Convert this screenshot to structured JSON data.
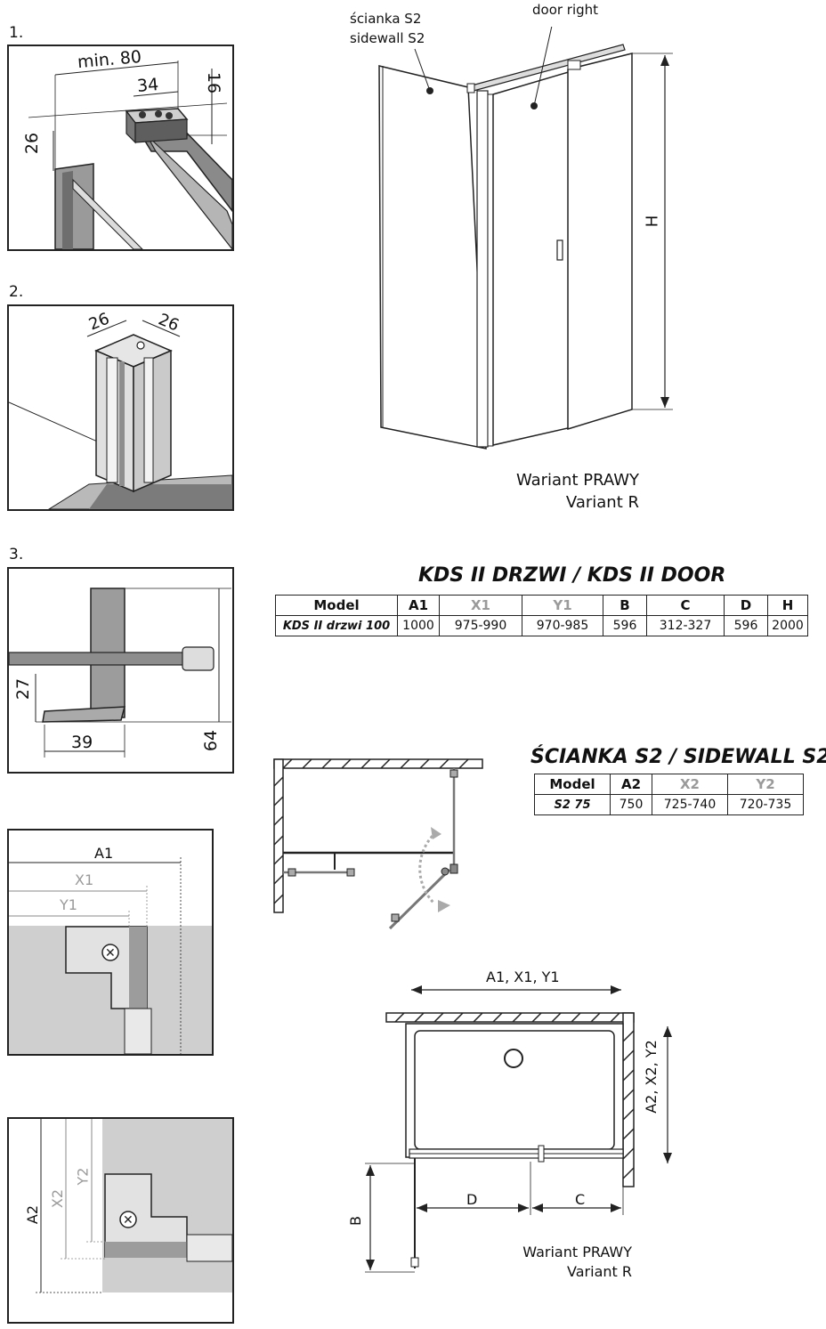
{
  "steps": {
    "s1": "1.",
    "s2": "2.",
    "s3": "3."
  },
  "detail1": {
    "min80": "min. 80",
    "d34": "34",
    "d16": "16",
    "d26": "26"
  },
  "detail2": {
    "d26a": "26",
    "d26b": "26"
  },
  "detail3": {
    "d27": "27",
    "d39": "39",
    "d64": "64"
  },
  "detail4": {
    "a1": "A1",
    "x1": "X1",
    "y1": "Y1"
  },
  "detail5": {
    "a2": "A2",
    "x2": "X2",
    "y2": "Y2"
  },
  "top_view": {
    "sidewall_label_pl": "ścianka S2",
    "sidewall_label_en": "sidewall S2",
    "door_label": "door right",
    "height_label": "H",
    "variant_pl": "Wariant PRAWY",
    "variant_en": "Variant R"
  },
  "door_table": {
    "title": "KDS II DRZWI / KDS II DOOR",
    "headers": [
      "Model",
      "A1",
      "X1",
      "Y1",
      "B",
      "C",
      "D",
      "H"
    ],
    "rows": [
      [
        "KDS II drzwi 100",
        "1000",
        "975-990",
        "970-985",
        "596",
        "312-327",
        "596",
        "2000"
      ]
    ]
  },
  "sidewall_table": {
    "title": "ŚCIANKA S2 / SIDEWALL S2",
    "headers": [
      "Model",
      "A2",
      "X2",
      "Y2"
    ],
    "rows": [
      [
        "S2 75",
        "750",
        "725-740",
        "720-735"
      ]
    ]
  },
  "plan_view": {
    "top_dim": "A1, X1, Y1",
    "side_dim": "A2, X2, Y2",
    "b": "B",
    "d": "D",
    "c": "C",
    "variant_pl": "Wariant PRAWY",
    "variant_en": "Variant R"
  },
  "colors": {
    "line": "#222222",
    "grey_text": "#9a9a9a",
    "fill_grey": "#c8c8c8",
    "door_grey": "#7a7a7a"
  }
}
